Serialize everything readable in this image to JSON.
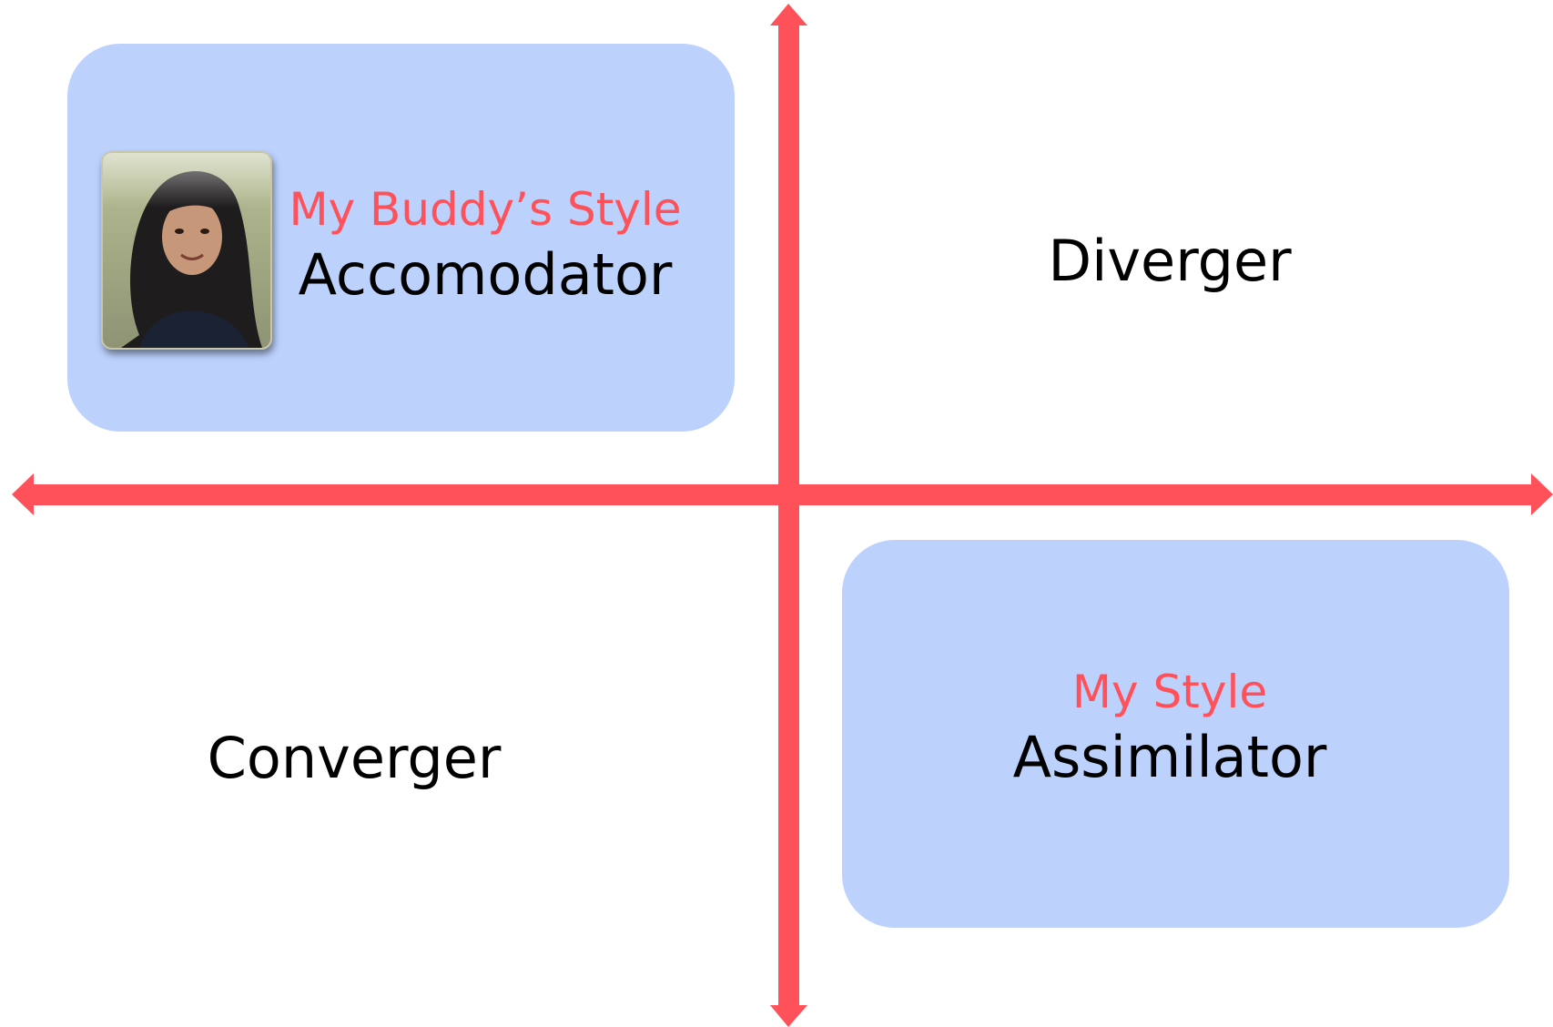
{
  "colors": {
    "axis": "#ff5159",
    "box_fill": "#bcd2fd",
    "style_label": "#ff5159",
    "name_label": "#000000"
  },
  "quadrants": {
    "top_left": {
      "style_label": "My Buddy’s Style",
      "name": "Accomodator",
      "highlighted": true,
      "has_photo": true
    },
    "top_right": {
      "name": "Diverger",
      "highlighted": false
    },
    "bottom_left": {
      "name": "Converger",
      "highlighted": false
    },
    "bottom_right": {
      "style_label": "My Style",
      "name": "Assimilator",
      "highlighted": true
    }
  }
}
